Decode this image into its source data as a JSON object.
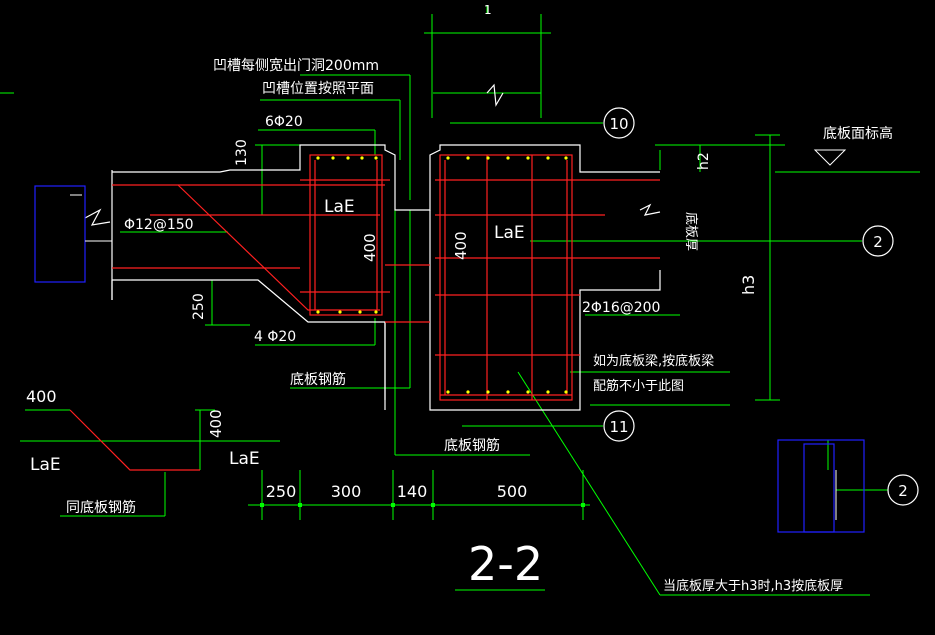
{
  "notes": {
    "groove_width": "凹槽每侧宽出门洞200mm",
    "groove_position": "凹槽位置按照平面",
    "floor_elev": "底板面标高",
    "floor_rebar_left": "底板钢筋",
    "floor_rebar_right": "底板钢筋",
    "same_as_floor": "同底板钢筋",
    "beam_note_1": "如为底板梁,按底板梁",
    "beam_note_2": "配筋不小于此图",
    "thickness_note": "当底板厚大于h3时,h3按底板厚",
    "floor_thickness": "底板厚"
  },
  "rebar": {
    "top_left": "6Φ20",
    "distribution": "Φ12@150",
    "bottom_left": "4 Φ20",
    "stirrup_right": "2Φ16@200"
  },
  "labels": {
    "lae_left": "LaE",
    "lae_right": "LaE",
    "lae_detail_1": "LaE",
    "lae_detail_2": "LaE",
    "h2": "h2",
    "h3": "h3",
    "section_title": "2-2",
    "tick_1": "1"
  },
  "dimensions": {
    "d130": "130",
    "d250_v": "250",
    "d400_left": "400",
    "d400_right": "400",
    "d400_detail_h": "400",
    "d400_detail_v": "400",
    "bottom": [
      "250",
      "300",
      "140",
      "500"
    ]
  },
  "callouts": {
    "c10": "10",
    "c11": "11",
    "c2a": "2",
    "c2b": "2"
  },
  "colors": {
    "background": "#000000",
    "structure": "#ffffff",
    "rebar": "#ff2020",
    "dimension": "#00ff00",
    "text": "#ffffff",
    "blue": "#2020ff",
    "yellow": "#ffff00"
  }
}
